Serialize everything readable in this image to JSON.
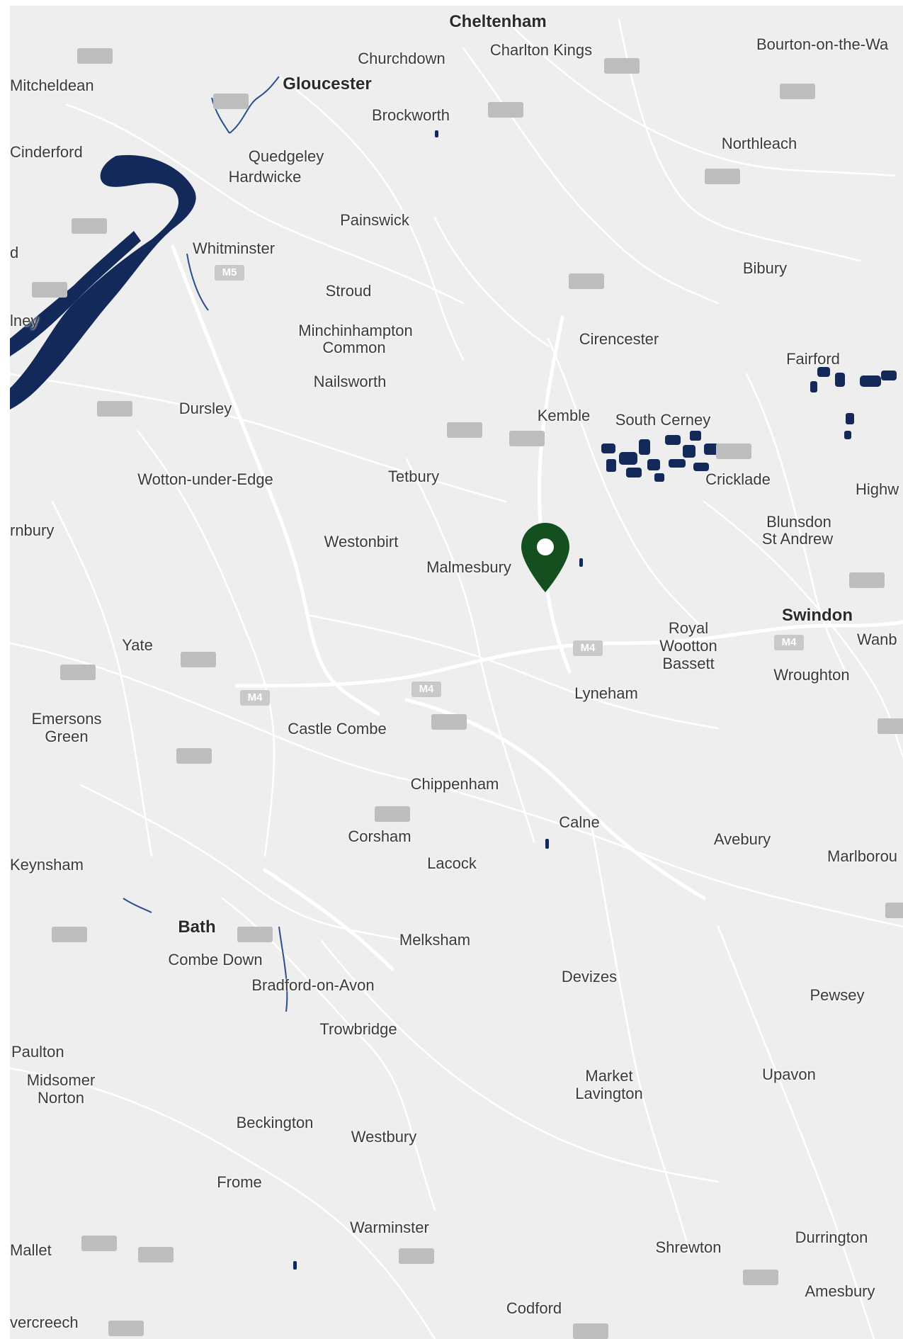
{
  "map": {
    "places": [
      {
        "name": "Cheltenham",
        "bold": true
      },
      {
        "name": "Churchdown"
      },
      {
        "name": "Charlton Kings"
      },
      {
        "name": "Bourton-on-the-Wa"
      },
      {
        "name": "Mitcheldean"
      },
      {
        "name": "Gloucester",
        "bold": true
      },
      {
        "name": "Brockworth"
      },
      {
        "name": "Cinderford"
      },
      {
        "name": "Quedgeley"
      },
      {
        "name": "Hardwicke"
      },
      {
        "name": "Northleach"
      },
      {
        "name": "Painswick"
      },
      {
        "name": "Whitminster"
      },
      {
        "name": "d"
      },
      {
        "name": "Bibury"
      },
      {
        "name": "Stroud"
      },
      {
        "name": "lney"
      },
      {
        "name": "Minchinhampton"
      },
      {
        "name": "Common"
      },
      {
        "name": "Cirencester"
      },
      {
        "name": "Fairford"
      },
      {
        "name": "Nailsworth"
      },
      {
        "name": "Dursley"
      },
      {
        "name": "Kemble"
      },
      {
        "name": "South Cerney"
      },
      {
        "name": "Wotton-under-Edge"
      },
      {
        "name": "Tetbury"
      },
      {
        "name": "Cricklade"
      },
      {
        "name": "Highw"
      },
      {
        "name": "rnbury"
      },
      {
        "name": "Westonbirt"
      },
      {
        "name": "Blunsdon"
      },
      {
        "name": "St Andrew"
      },
      {
        "name": "Malmesbury"
      },
      {
        "name": "Swindon",
        "bold": true
      },
      {
        "name": "Royal"
      },
      {
        "name": "Wootton"
      },
      {
        "name": "Bassett"
      },
      {
        "name": "Wanb"
      },
      {
        "name": "Yate"
      },
      {
        "name": "Wroughton"
      },
      {
        "name": "Lyneham"
      },
      {
        "name": "Emersons"
      },
      {
        "name": "Green"
      },
      {
        "name": "Castle Combe"
      },
      {
        "name": "Chippenham"
      },
      {
        "name": "Calne"
      },
      {
        "name": "Corsham"
      },
      {
        "name": "Avebury"
      },
      {
        "name": "Lacock"
      },
      {
        "name": "Keynsham"
      },
      {
        "name": "Marlborou"
      },
      {
        "name": "Bath",
        "bold": true
      },
      {
        "name": "Melksham"
      },
      {
        "name": "Combe Down"
      },
      {
        "name": "Devizes"
      },
      {
        "name": "Bradford-on-Avon"
      },
      {
        "name": "Pewsey"
      },
      {
        "name": "Trowbridge"
      },
      {
        "name": "Paulton"
      },
      {
        "name": "Upavon"
      },
      {
        "name": "Midsomer"
      },
      {
        "name": "Norton"
      },
      {
        "name": "Market"
      },
      {
        "name": "Lavington"
      },
      {
        "name": "Beckington"
      },
      {
        "name": "Westbury"
      },
      {
        "name": "Frome"
      },
      {
        "name": "Warminster"
      },
      {
        "name": "Durrington"
      },
      {
        "name": "Mallet"
      },
      {
        "name": "Shrewton"
      },
      {
        "name": "Amesbury"
      },
      {
        "name": "Codford"
      },
      {
        "name": "vercreech"
      }
    ],
    "motorway_labels": [
      "M5",
      "M4",
      "M4",
      "M4",
      "M4"
    ],
    "colors": {
      "land": "#eeeeee",
      "road": "#ffffff",
      "water": "#13295a",
      "pin": "#14501f",
      "shield": "#bdbdbd"
    }
  }
}
